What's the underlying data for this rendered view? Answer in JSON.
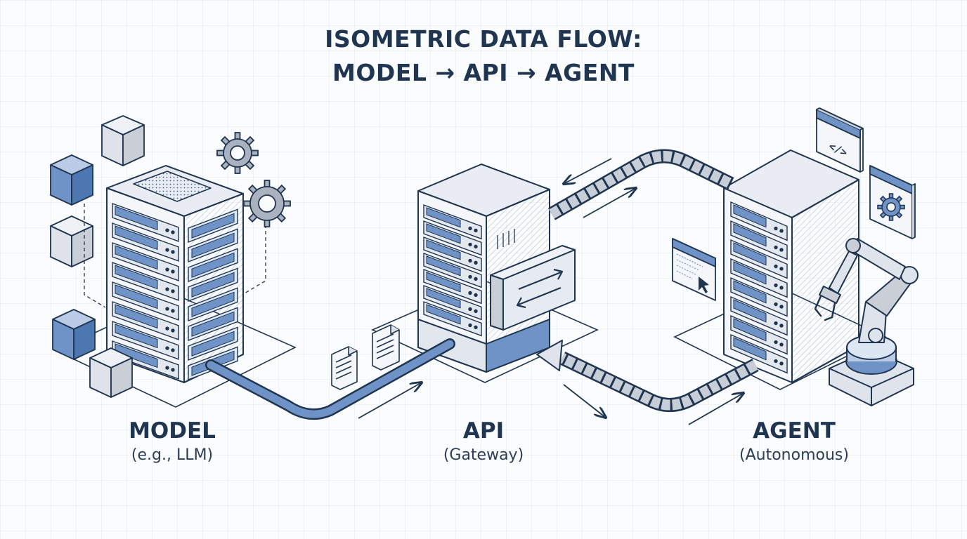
{
  "title": {
    "line1": "ISOMETRIC DATA FLOW:",
    "line2": "MODEL → API → AGENT"
  },
  "nodes": {
    "model": {
      "name": "MODEL",
      "sub": "(e.g., LLM)"
    },
    "api": {
      "name": "API",
      "sub": "(Gateway)"
    },
    "agent": {
      "name": "AGENT",
      "sub": "(Autonomous)"
    }
  },
  "icons": {
    "code_window": "</>"
  },
  "colors": {
    "ink": "#1f3550",
    "accent_blue": "#5b86c0",
    "light_blue": "#dde6f3",
    "gray_fill": "#d7dbe2",
    "grid": "#e4e8ee"
  }
}
